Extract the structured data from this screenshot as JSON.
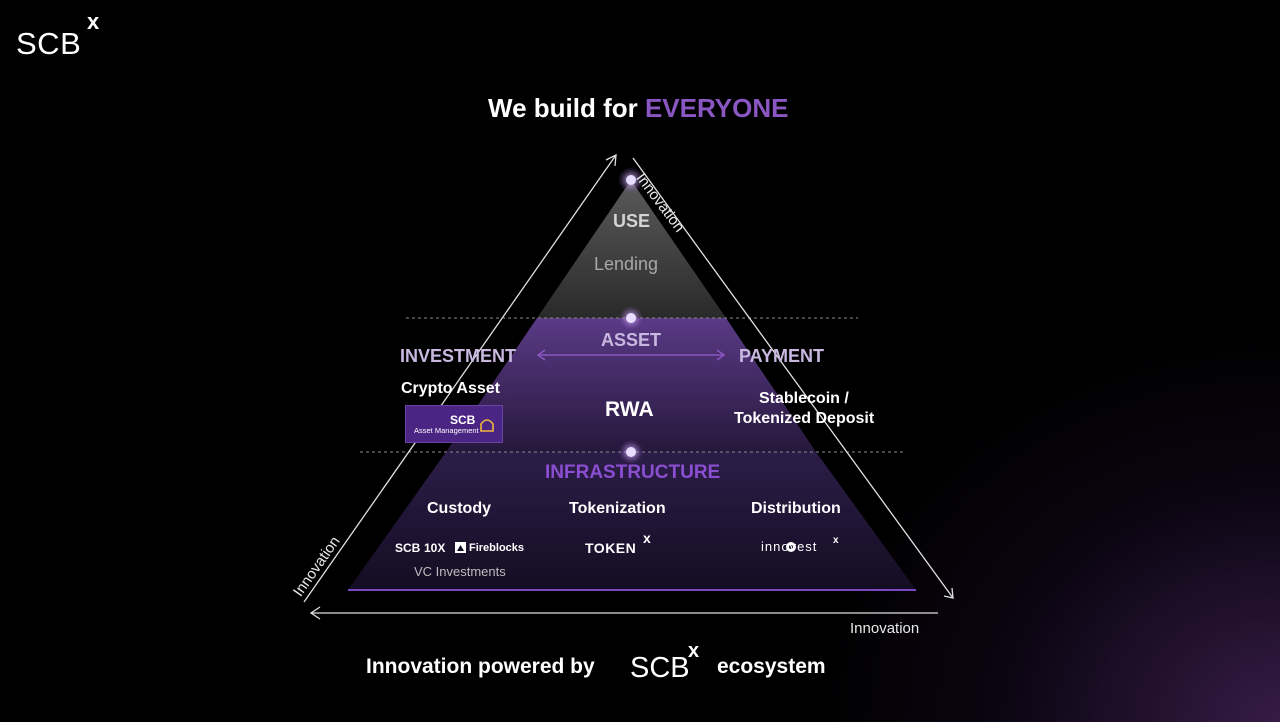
{
  "brand": {
    "logo": "SCB",
    "logo_sup": "x"
  },
  "headline": {
    "prefix": "We build  for ",
    "accent": "EVERYONE"
  },
  "axis_labels": {
    "left": "Innovation",
    "right": "Innovation",
    "bottom": "Innovation"
  },
  "tiers": {
    "use": {
      "title": "USE",
      "item": "Lending"
    },
    "asset": {
      "title": "ASSET",
      "left": "INVESTMENT",
      "right": "PAYMENT",
      "center": "RWA",
      "left_item": "Crypto Asset",
      "right_item_line1": "Stablecoin /",
      "right_item_line2": "Tokenized Deposit",
      "badge": {
        "name": "SCB",
        "sub": "Asset Management"
      }
    },
    "infrastructure": {
      "title": "INFRASTRUCTURE",
      "columns": [
        {
          "label": "Custody",
          "logo": "SCB",
          "logo2": "10X",
          "logo3": "Fireblocks",
          "note": "VC Investments"
        },
        {
          "label": "Tokenization",
          "logo": "TOKEN",
          "logo_sup": "x"
        },
        {
          "label": "Distribution",
          "logo": "innovest",
          "logo_sup": "x"
        }
      ]
    }
  },
  "footer": {
    "prefix": "Innovation powered by",
    "logo": "SCB",
    "logo_sup": "x",
    "suffix": "ecosystem"
  },
  "colors": {
    "accent": "#8a56c2",
    "infra": "#8a4fd0",
    "badge": "#4b2583"
  }
}
